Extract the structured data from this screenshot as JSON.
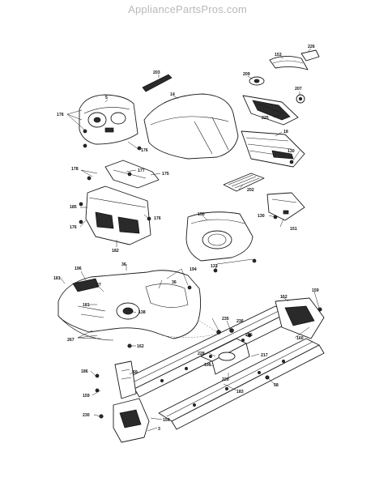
{
  "watermark": "AppliancePartsPros.com",
  "part_labels": {
    "p226": "226",
    "p153": "153",
    "p203": "203",
    "p209": "209",
    "p207": "207",
    "p5": "5",
    "p14": "14",
    "p176a": "176",
    "p176b": "176",
    "p225": "225",
    "p18": "18",
    "p130a": "130",
    "p178": "178",
    "p177": "177",
    "p175": "175",
    "p202": "202",
    "p185": "185",
    "p176c": "176",
    "p176d": "176",
    "p150": "150",
    "p130b": "130",
    "p151": "151",
    "p182": "182",
    "p133": "133",
    "p36a": "36",
    "p194": "194",
    "p196": "196",
    "p181a": "181",
    "p37": "37",
    "p36b": "36",
    "p181b": "181",
    "p138": "138",
    "p267": "267",
    "p235": "235",
    "p162": "162",
    "p236a": "236",
    "p236b": "236",
    "p152": "152",
    "p159a": "159",
    "p160": "160",
    "p228": "228",
    "p217": "217",
    "p195": "195",
    "p220": "220",
    "p183": "183",
    "p186": "186",
    "p59": "59",
    "p159b": "159",
    "p58": "58",
    "p230": "230",
    "p159c": "159",
    "p3": "3"
  }
}
